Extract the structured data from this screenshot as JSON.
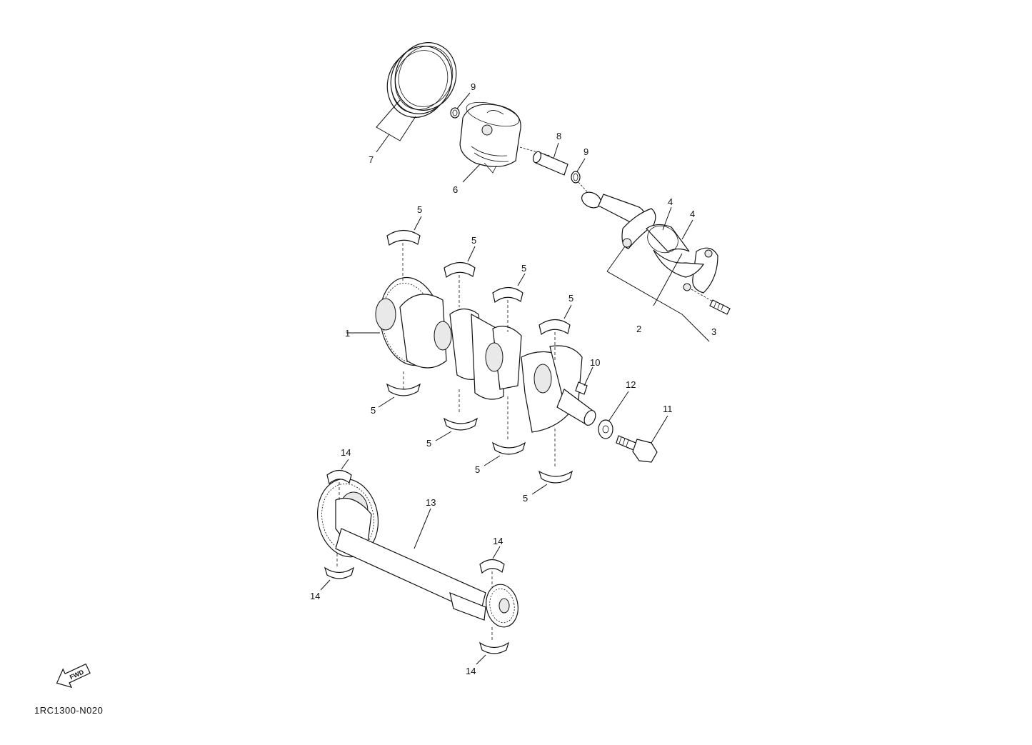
{
  "diagram": {
    "callouts": {
      "c1": "1",
      "c2": "2",
      "c3": "3",
      "c4a": "4",
      "c4b": "4",
      "c5": [
        "5",
        "5",
        "5",
        "5",
        "5",
        "5",
        "5",
        "5"
      ],
      "c6": "6",
      "c7": "7",
      "c8": "8",
      "c9a": "9",
      "c9b": "9",
      "c10": "10",
      "c11": "11",
      "c12": "12",
      "c13": "13",
      "c14": [
        "14",
        "14",
        "14",
        "14"
      ]
    },
    "fwd_label": "FWD",
    "figure_code": "1RC1300-N020",
    "line_color": "#111111"
  }
}
